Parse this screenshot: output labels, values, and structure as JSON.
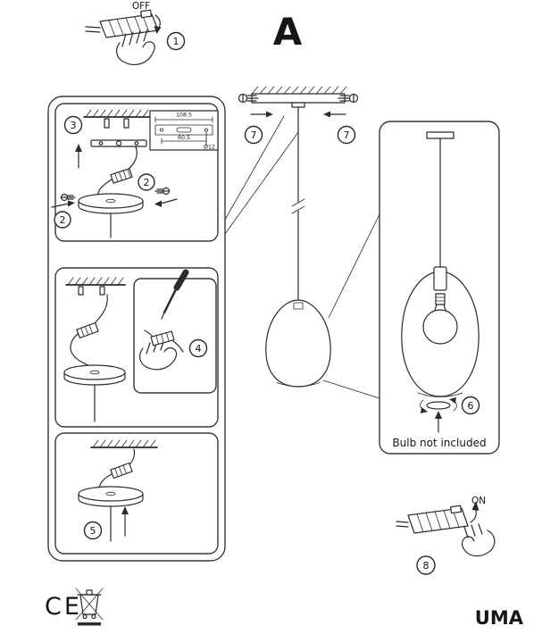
{
  "document": {
    "section_label": "A",
    "model": "UMA",
    "bulb_note": "Bulb not included",
    "switch_off": "OFF",
    "switch_on": "ON",
    "ce_mark": "CE"
  },
  "steps": {
    "s1": "1",
    "s2": "2",
    "s3": "3",
    "s4": "4",
    "s5": "5",
    "s6": "6",
    "s7": "7",
    "s8": "8"
  },
  "dimensions": {
    "overall_width": "108.5",
    "hole_spacing": "60.5",
    "hole_diameter": "Ø12"
  }
}
